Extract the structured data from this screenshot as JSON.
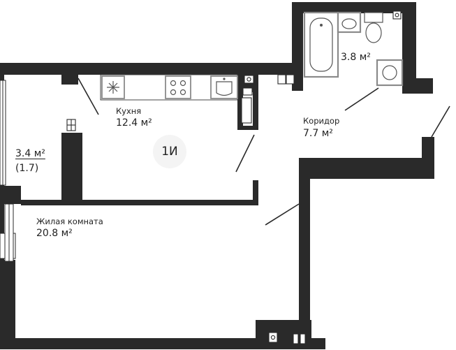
{
  "rooms": {
    "kitchen": {
      "name": "Кухня",
      "area": "12.4 м²"
    },
    "living": {
      "name": "Жилая комната",
      "area": "20.8 м²"
    },
    "corridor": {
      "name": "Коридор",
      "area": "7.7 м²"
    },
    "bathroom": {
      "area": "3.8 м²"
    },
    "balcony": {
      "area": "3.4 м²",
      "reduced_area": "(1.7)"
    }
  },
  "layout_type": "1И",
  "colors": {
    "wall": "#2a2a2a",
    "fixture": "#8a8a8a",
    "background": "#ffffff"
  }
}
